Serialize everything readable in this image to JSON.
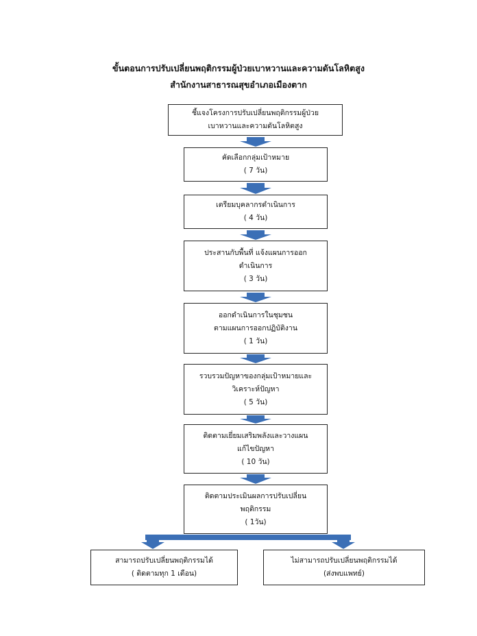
{
  "header": {
    "title": "ขั้นตอนการปรับเปลี่ยนพฤติกรรมผู้ป่วยเบาหวานและความดันโลหิตสูง",
    "subtitle": "สำนักงานสาธารณสุขอำเภอเมืองตาก"
  },
  "steps": [
    {
      "lines": [
        "ชี้แจงโครงการปรับเปลี่ยนพฤติกรรมผู้ป่วย",
        "เบาหวานและความดันโลหิตสูง"
      ]
    },
    {
      "lines": [
        "คัดเลือกกลุ่มเป้าหมาย",
        "( 7 วัน)"
      ]
    },
    {
      "lines": [
        "เตรียมบุคลากรดำเนินการ",
        "( 4 วัน)"
      ]
    },
    {
      "lines": [
        "ประสานกับพื้นที่ แจ้งแผนการออก",
        "ดำเนินการ",
        "( 3 วัน)"
      ]
    },
    {
      "lines": [
        "ออกดำเนินการในชุมชน",
        "ตามแผนการออกปฏิบัติงาน",
        "( 1 วัน)"
      ]
    },
    {
      "lines": [
        "รวบรวมปัญหาของกลุ่มเป้าหมายและ",
        "วิเคราะห์ปัญหา",
        "( 5 วัน)"
      ]
    },
    {
      "lines": [
        "ติดตามเยี่ยมเสริมพลังและวางแผน",
        "แก้ไขปัญหา",
        "( 10 วัน)"
      ]
    },
    {
      "lines": [
        "ติดตามประเมินผลการปรับเปลี่ยน",
        "พฤติกรรม",
        "( 1วัน)"
      ]
    }
  ],
  "outcomes": [
    {
      "lines": [
        "สามารถปรับเปลี่ยนพฤติกรรมได้",
        "( ติดตามทุก 1 เดือน)"
      ]
    },
    {
      "lines": [
        "ไม่สามารถปรับเปลี่ยนพฤติกรรมได้",
        "(ส่งพบแพทย์)"
      ]
    }
  ],
  "colors": {
    "arrow": "#3b6fb6",
    "border": "#222222"
  }
}
